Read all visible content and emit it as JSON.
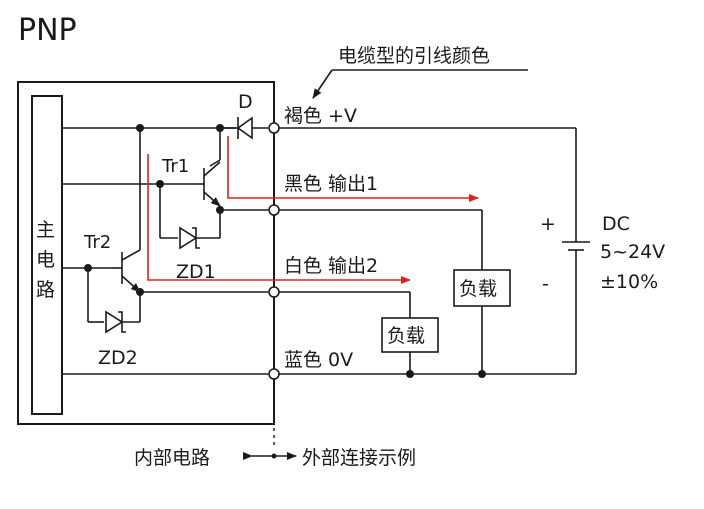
{
  "title": "PNP",
  "cable_note": "电缆型的引线颜色",
  "main_circuit_label": [
    "主",
    "电",
    "路"
  ],
  "components": {
    "diode": "D",
    "transistor1": "Tr1",
    "transistor2": "Tr2",
    "zener1": "ZD1",
    "zener2": "ZD2"
  },
  "wires": {
    "brown": "褐色  +V",
    "black": "黑色  输出1",
    "white": "白色  输出2",
    "blue": "蓝色  0V"
  },
  "loads": {
    "load1": "负载",
    "load2": "负载"
  },
  "supply": {
    "plus": "+",
    "minus": "-",
    "type": "DC",
    "range": "5~24V",
    "tolerance": "±10%"
  },
  "footer": {
    "internal": "内部电路",
    "external": "外部连接示例"
  },
  "colors": {
    "line": "#1a1a1a",
    "current_path": "#e02020"
  }
}
